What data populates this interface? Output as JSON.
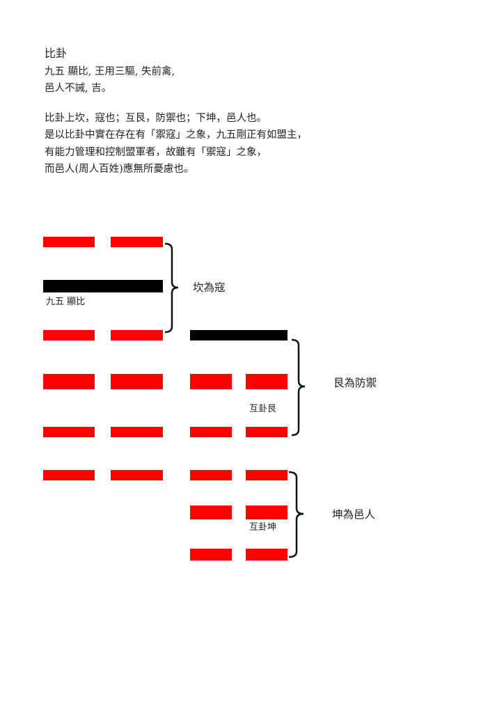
{
  "title": "比卦",
  "verse": [
    "九五 顯比, 王用三驅, 失前禽,",
    "邑人不誡,  吉。"
  ],
  "commentary": [
    "比卦上坎，寇也；互艮，防禦也；下坤，邑人也。",
    "是以比卦中實在存在有「禦寇」之象，九五剛正有如盟主，",
    "有能力管理和控制盟軍者，故雖有「禦寇」之象，",
    "而邑人(周人百姓)應無所憂慮也。"
  ],
  "diagram": {
    "colors": {
      "yin": "#ff0000",
      "yang": "#000000"
    },
    "main_hexagram_lines_top_to_bottom": [
      "yin",
      "yang",
      "yin",
      "yin",
      "yin",
      "yin"
    ],
    "nuclear_hexagram_lines_top_to_bottom": [
      "yang",
      "yin",
      "yin",
      "yin",
      "yin",
      "yin"
    ],
    "line_label": "九五 顯比",
    "upper_label": "坎為寇",
    "middle_label": "艮為防禦",
    "middle_sub_label": "互卦艮",
    "lower_label": "坤為邑人",
    "lower_sub_label": "互卦坤"
  }
}
